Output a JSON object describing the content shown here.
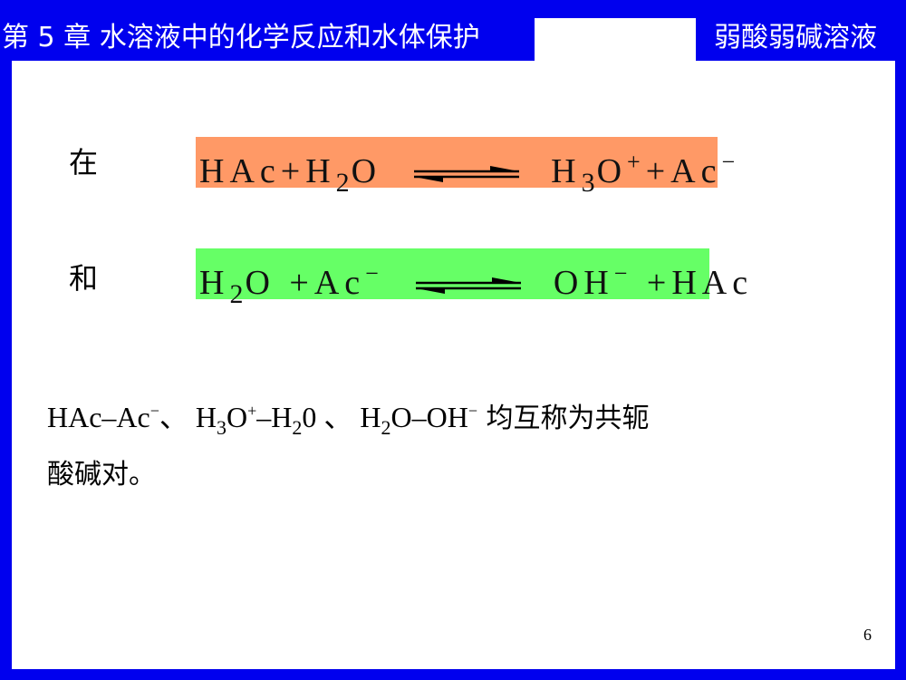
{
  "header": {
    "title": "第 5 章  水溶液中的化学反应和水体保护",
    "topic": "弱酸弱碱溶液"
  },
  "colors": {
    "frame": "#0000ee",
    "eq1_bg": "#ff9966",
    "eq2_bg": "#66ff66"
  },
  "eq1": {
    "label": "在",
    "lhs": [
      "HAc",
      "+",
      "H",
      "2",
      "O"
    ],
    "rhs": [
      "H",
      "3",
      "O",
      "+",
      "+",
      "Ac",
      "−"
    ]
  },
  "eq2": {
    "label": "和",
    "lhs": [
      "H",
      "2",
      "O",
      "+",
      "Ac",
      "−"
    ],
    "rhs": [
      "OH",
      "−",
      "+",
      "HAc"
    ]
  },
  "body": {
    "p1": "HAc–Ac",
    "m1": "−",
    "s1": "、 H",
    "n3": "3",
    "p2": "O",
    "plus": "+",
    "p3": "–H",
    "n2": "2",
    "p4": "0 、 H",
    "n2b": "2",
    "p5": "O–OH",
    "m2": "−",
    "cn1": " 均互称为共轭",
    "cn2": "酸碱对。"
  },
  "page_number": "6"
}
